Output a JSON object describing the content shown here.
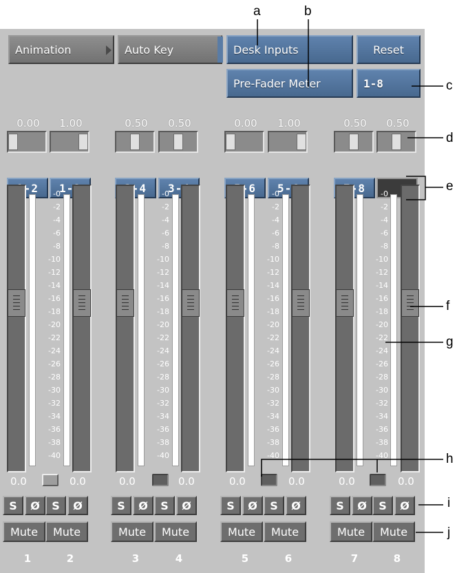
{
  "toolbar": {
    "animation": "Animation",
    "auto_key": "Auto Key",
    "desk_inputs": "Desk Inputs",
    "reset": "Reset",
    "pre_fader_meter": "Pre-Fader Meter",
    "range": "1-8"
  },
  "channels": [
    {
      "number": "1",
      "top_value": "0.00",
      "pair": "1-2",
      "bottom_value": "0.0",
      "solo": "S",
      "phase": "Ø",
      "mute": "Mute"
    },
    {
      "number": "2",
      "top_value": "1.00",
      "pair": "1-2",
      "bottom_value": "0.0",
      "solo": "S",
      "phase": "Ø",
      "mute": "Mute"
    },
    {
      "number": "3",
      "top_value": "0.50",
      "pair": "3-4",
      "bottom_value": "0.0",
      "solo": "S",
      "phase": "Ø",
      "mute": "Mute"
    },
    {
      "number": "4",
      "top_value": "0.50",
      "pair": "3-4",
      "bottom_value": "0.0",
      "solo": "S",
      "phase": "Ø",
      "mute": "Mute"
    },
    {
      "number": "5",
      "top_value": "0.00",
      "pair": "5-6",
      "bottom_value": "0.0",
      "solo": "S",
      "phase": "Ø",
      "mute": "Mute"
    },
    {
      "number": "6",
      "top_value": "1.00",
      "pair": "5-6",
      "bottom_value": "0.0",
      "solo": "S",
      "phase": "Ø",
      "mute": "Mute"
    },
    {
      "number": "7",
      "top_value": "0.50",
      "pair": "7-8",
      "bottom_value": "0.0",
      "solo": "S",
      "phase": "Ø",
      "mute": "Mute"
    },
    {
      "number": "8",
      "top_value": "0.50",
      "pair": "",
      "bottom_value": "0.0",
      "solo": "S",
      "phase": "Ø",
      "mute": "Mute"
    }
  ],
  "meter_scale": [
    "-0",
    "-2",
    "-4",
    "-6",
    "-8",
    "-10",
    "-12",
    "-14",
    "-16",
    "-18",
    "-20",
    "-22",
    "-24",
    "-26",
    "-28",
    "-30",
    "-32",
    "-34",
    "-36",
    "-38",
    "-40"
  ],
  "callouts": [
    "a",
    "b",
    "c",
    "d",
    "e",
    "f",
    "g",
    "h",
    "i",
    "j"
  ]
}
